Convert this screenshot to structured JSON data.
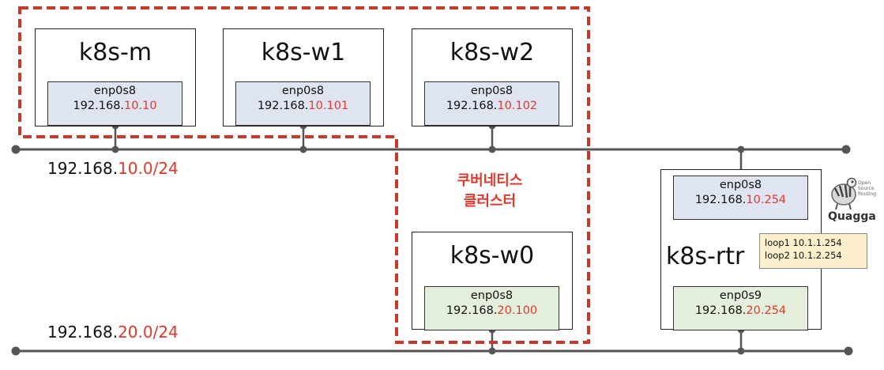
{
  "networks": [
    {
      "prefix": "192.168.",
      "suffix": "10.0/24"
    },
    {
      "prefix": "192.168.",
      "suffix": "20.0/24"
    }
  ],
  "cluster_label": {
    "line1": "쿠버네티스",
    "line2": "클러스터"
  },
  "nodes": [
    {
      "name": "k8s-m",
      "iface": "enp0s8",
      "ip_prefix": "192.168.",
      "ip_suffix": "10.10"
    },
    {
      "name": "k8s-w1",
      "iface": "enp0s8",
      "ip_prefix": "192.168.",
      "ip_suffix": "10.101"
    },
    {
      "name": "k8s-w2",
      "iface": "enp0s8",
      "ip_prefix": "192.168.",
      "ip_suffix": "10.102"
    },
    {
      "name": "k8s-w0",
      "iface": "enp0s8",
      "ip_prefix": "192.168.",
      "ip_suffix": "20.100"
    }
  ],
  "router": {
    "name": "k8s-rtr",
    "iface_top": {
      "name": "enp0s8",
      "ip_prefix": "192.168.",
      "ip_suffix": "10.254"
    },
    "iface_bottom": {
      "name": "enp0s9",
      "ip_prefix": "192.168.",
      "ip_suffix": "20.254"
    },
    "loops": [
      "loop1 10.1.1.254",
      "loop2 10.1.2.254"
    ]
  },
  "logo": {
    "name": "Quagga",
    "tagline": [
      "Open",
      "Source",
      "Routing"
    ]
  },
  "colors": {
    "accent": "#e0392b",
    "line": "#555555",
    "iface_blue": "#dfe4f1",
    "iface_green": "#e4efdc",
    "loop_bg": "#fbf0cb"
  }
}
